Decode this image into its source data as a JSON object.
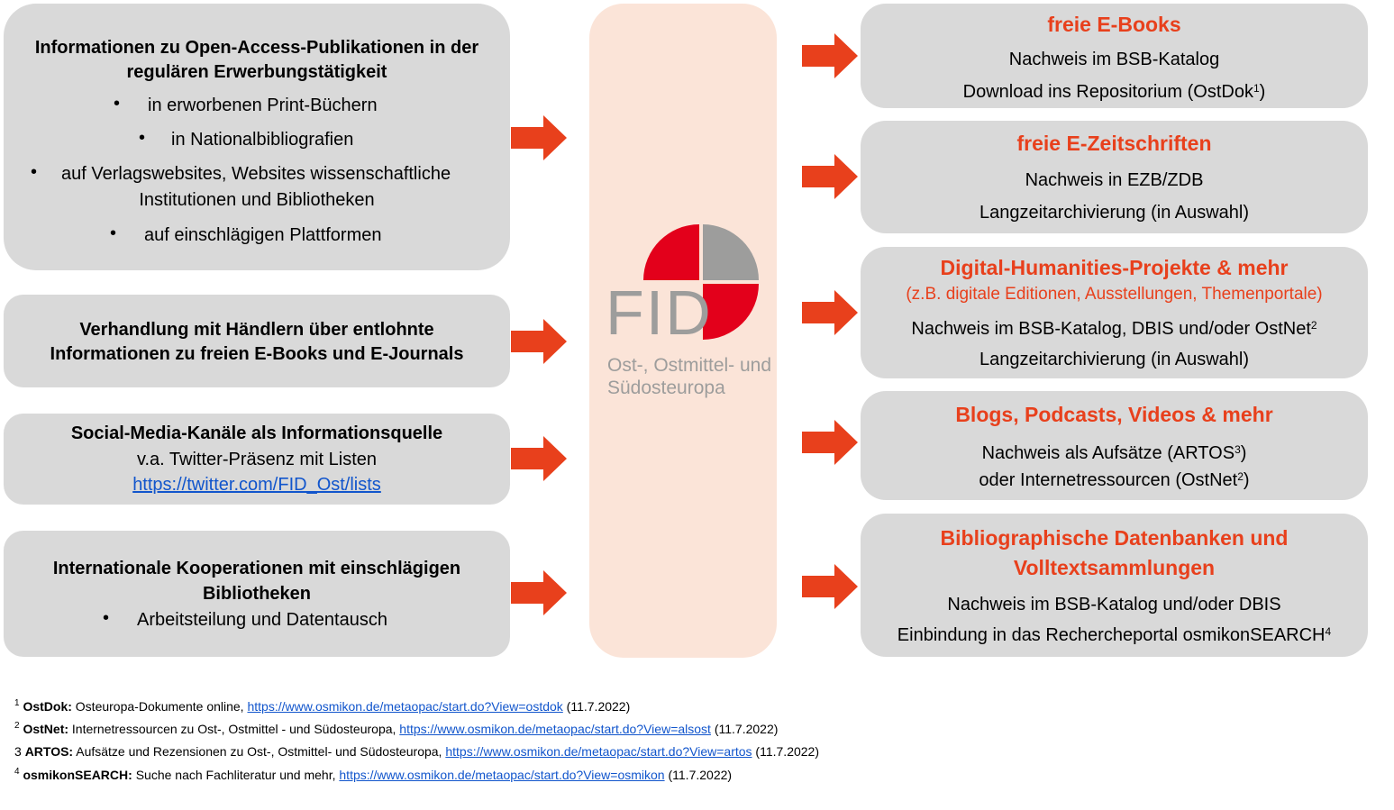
{
  "left_boxes": {
    "oa": {
      "title_line1": "Informationen zu Open-Access-Publikationen in der",
      "title_line2": "regulären Erwerbungstätigkeit",
      "bullets": [
        "in erworbenen Print-Büchern",
        "in Nationalbibliografien",
        "auf Verlagswebsites, Websites wissenschaftliche",
        "Institutionen und Bibliotheken",
        "auf einschlägigen Plattformen"
      ]
    },
    "haendler": {
      "line1": "Verhandlung mit Händlern über entlohnte",
      "line2": "Informationen zu freien E-Books und E-Journals"
    },
    "social": {
      "title": "Social-Media-Kanäle als Informationsquelle",
      "line2": "v.a. Twitter-Präsenz mit Listen",
      "link": "https://twitter.com/FID_Ost/lists"
    },
    "koop": {
      "line1": "Internationale Kooperationen mit einschlägigen",
      "line2": "Bibliotheken",
      "bullet": "Arbeitsteilung und Datentausch"
    }
  },
  "center": {
    "logo_text": "FID",
    "logo_sub1": "Ost-, Ostmittel- und",
    "logo_sub2": "Südosteuropa",
    "colors": {
      "red": "#e3001b",
      "gray": "#9d9d9c",
      "panel": "#fbe4d8"
    }
  },
  "right_boxes": {
    "ebooks": {
      "heading": "freie E-Books",
      "line1": "Nachweis im BSB-Katalog",
      "line2": "Download ins Repositorium (OstDok",
      "sup2": "1",
      "line2_end": ")"
    },
    "ezs": {
      "heading": "freie E-Zeitschriften",
      "line1": "Nachweis in EZB/ZDB",
      "line2": "Langzeitarchivierung (in Auswahl)"
    },
    "dh": {
      "heading": "Digital-Humanities-Projekte & mehr",
      "sub": "(z.B. digitale Editionen, Ausstellungen, Themenportale)",
      "line1": "Nachweis im BSB-Katalog, DBIS und/oder OstNet",
      "sup1": "2",
      "line2": "Langzeitarchivierung (in Auswahl)"
    },
    "blogs": {
      "heading": "Blogs, Podcasts, Videos & mehr",
      "line1": "Nachweis als Aufsätze (ARTOS",
      "sup1": "3",
      "line1_end": ")",
      "line2": "oder Internetressourcen (OstNet",
      "sup2": "2",
      "line2_end": ")"
    },
    "biblio": {
      "heading1": "Bibliographische Datenbanken und",
      "heading2": "Volltextsammlungen",
      "line1": "Nachweis im BSB-Katalog und/oder DBIS",
      "line2": "Einbindung in das Rechercheportal osmikonSEARCH",
      "sup2": "4"
    }
  },
  "footnotes": [
    {
      "mark": "1",
      "term": "OstDok:",
      "text": " Osteuropa-Dokumente online, ",
      "url": "https://www.osmikon.de/metaopac/start.do?View=ostdok",
      "date": " (11.7.2022)"
    },
    {
      "mark": "2",
      "term": " OstNet:",
      "text": " Internetressourcen zu Ost-, Ostmittel - und Südosteuropa, ",
      "url": "https://www.osmikon.de/metaopac/start.do?View=alsost",
      "date": " (11.7.2022)"
    },
    {
      "mark": "3",
      "term": "ARTOS:",
      "text": " Aufsätze und Rezensionen zu Ost-, Ostmittel- und Südosteuropa, ",
      "url": "https://www.osmikon.de/metaopac/start.do?View=artos",
      "date": " (11.7.2022)"
    },
    {
      "mark": "4",
      "term": "osmikonSEARCH:",
      "text": " Suche nach Fachliteratur und mehr, ",
      "url": "https://www.osmikon.de/metaopac/start.do?View=osmikon",
      "date": " (11.7.2022)"
    }
  ],
  "colors": {
    "arrow": "#e8401c",
    "box": "#d9d9d9",
    "heading": "#e8401c",
    "link": "#1155cc"
  }
}
